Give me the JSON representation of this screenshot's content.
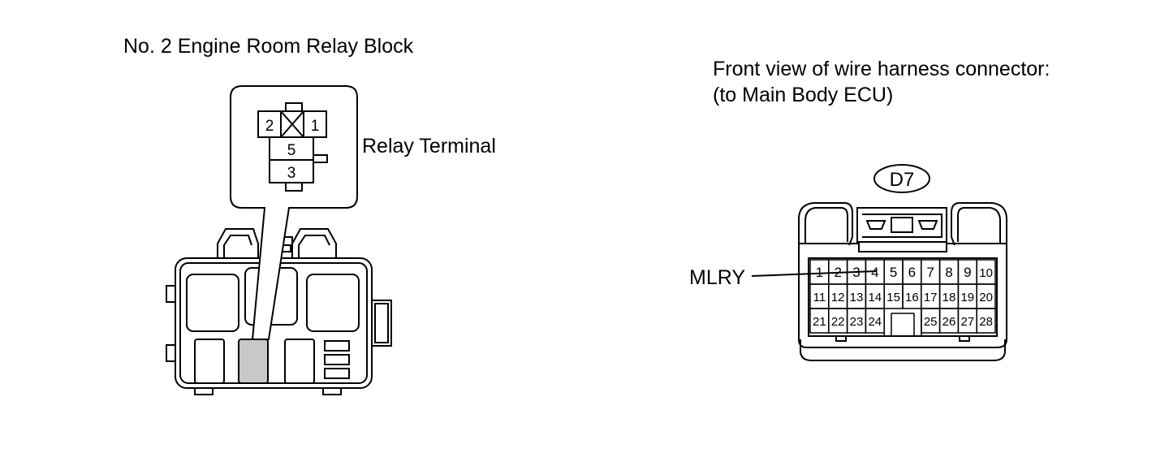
{
  "left_panel": {
    "title": "No. 2 Engine Room Relay Block",
    "callout_label": "Relay Terminal",
    "relay_terminals": {
      "t2": "2",
      "t1": "1",
      "t5": "5",
      "t3": "3"
    }
  },
  "right_panel": {
    "title_line1": "Front view of wire harness connector:",
    "title_line2": "(to Main Body ECU)",
    "connector_code": "D7",
    "signal_label": "MLRY",
    "signal_pin": "4",
    "pins_row1": [
      "1",
      "2",
      "3",
      "4",
      "5",
      "6",
      "7",
      "8",
      "9",
      "10"
    ],
    "pins_row2": [
      "11",
      "12",
      "13",
      "14",
      "15",
      "16",
      "17",
      "18",
      "19",
      "20"
    ],
    "pins_row3": [
      "21",
      "22",
      "23",
      "24",
      "25",
      "26",
      "27",
      "28"
    ]
  },
  "colors": {
    "line": "#000000",
    "highlight_fuse": "#c8c8c8",
    "background": "#ffffff"
  }
}
